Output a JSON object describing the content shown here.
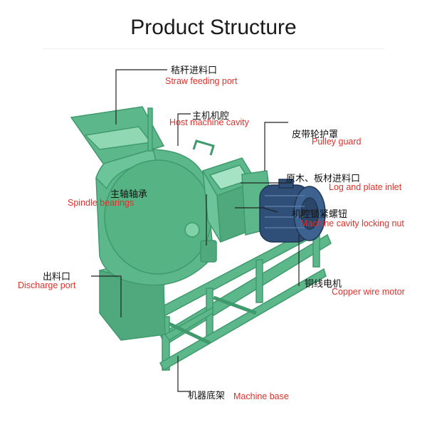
{
  "title": "Product Structure",
  "colors": {
    "machine_green": "#5cb88a",
    "machine_green_dark": "#3f9a6d",
    "motor_blue": "#2f4f78",
    "label_red": "#e0302a",
    "leader_line": "#222222"
  },
  "labels": {
    "straw_feeding_port": {
      "cn": "秸秆进料口",
      "en": "Straw feeding port"
    },
    "host_machine_cavity": {
      "cn": "主机机腔",
      "en": "Host machine cavity"
    },
    "pulley_guard": {
      "cn": "皮带轮护罩",
      "en": "Pulley guard"
    },
    "log_plate_inlet": {
      "cn": "原木、板材进料口",
      "en": "Log and plate inlet"
    },
    "spindle_bearings": {
      "cn": "主轴轴承",
      "en": "Spindle bearings"
    },
    "cavity_locking_nut": {
      "cn": "机腔锁紧螺钮",
      "en": "Machine cavity locking nut"
    },
    "discharge_port": {
      "cn": "出料口",
      "en": "Discharge port"
    },
    "copper_wire_motor": {
      "cn": "铜线电机",
      "en": "Copper wire motor"
    },
    "machine_base": {
      "cn": "机器底架",
      "en": "Machine base"
    }
  }
}
